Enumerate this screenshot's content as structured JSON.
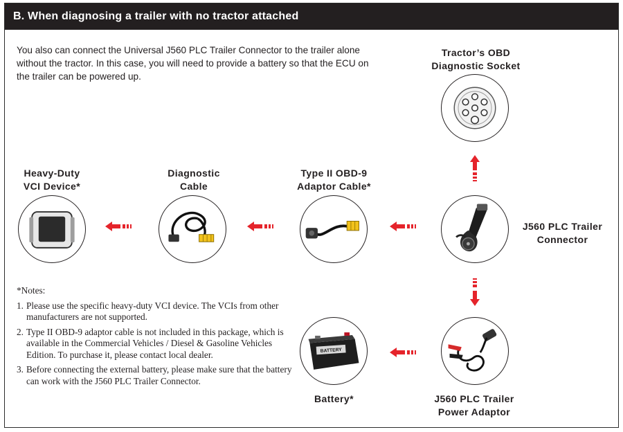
{
  "header": {
    "title": "B. When diagnosing a trailer with no tractor attached"
  },
  "intro": {
    "text": "You also can connect the Universal J560 PLC Trailer Connector to the trailer alone without the tractor. In this case, you will need to provide a battery so that the ECU on the trailer can be powered up."
  },
  "devices": {
    "obd_socket": {
      "line1": "Tractor’s OBD",
      "line2": "Diagnostic Socket"
    },
    "vci": {
      "line1": "Heavy-Duty",
      "line2": "VCI Device*"
    },
    "diag_cable": {
      "line1": "Diagnostic",
      "line2": "Cable"
    },
    "obd9_cable": {
      "line1": "Type II OBD-9",
      "line2": "Adaptor Cable*"
    },
    "trailer_connector": {
      "line1": "J560 PLC Trailer",
      "line2": "Connector"
    },
    "battery": {
      "label": "Battery*",
      "case_text": "BATTERY"
    },
    "power_adaptor": {
      "line1": "J560 PLC Trailer",
      "line2": "Power Adaptor"
    }
  },
  "notes": {
    "title": "*Notes:",
    "items": [
      {
        "num": "1.",
        "text": "Please use the specific heavy-duty VCI device. The VCIs from other manufacturers are not supported."
      },
      {
        "num": "2.",
        "text": "Type II OBD-9 adaptor cable is not included in this package, which is available in the Commercial Vehicles / Diesel & Gasoline Vehicles Edition. To purchase it, please contact local dealer."
      },
      {
        "num": "3.",
        "text": "Before connecting the external battery, please make sure that the battery can work with the J560 PLC Trailer Connector."
      }
    ]
  },
  "colors": {
    "header_bg": "#231f20",
    "arrow": "#e5242b",
    "cable_yellow": "#f2c21b"
  }
}
